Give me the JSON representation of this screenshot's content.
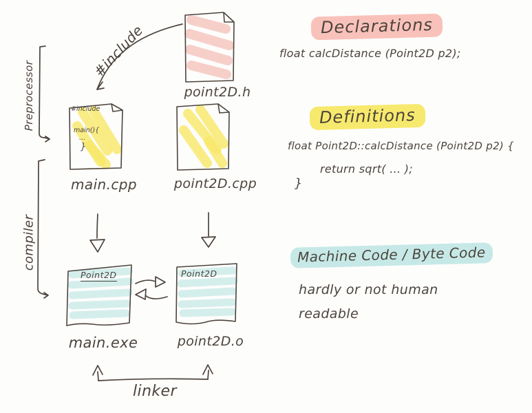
{
  "colors": {
    "ink": "#4c443c",
    "paper": "#fdfdfc",
    "pink": "#f5c3bb",
    "yellow": "#f7e766",
    "cyan": "#cdebe9",
    "pink_highlight": "#f8c2ba",
    "yellow_highlight": "#f7e96d",
    "cyan_highlight": "#c6e9e7"
  },
  "stages": {
    "preprocessor": "Preprocessor",
    "compiler": "compiler",
    "linker": "linker"
  },
  "include_label": "#include",
  "files": {
    "header": {
      "label": "point2D.h"
    },
    "main_cpp": {
      "label": "main.cpp",
      "code_lines": [
        "#include",
        "main(){",
        "...",
        "}"
      ]
    },
    "point2d_cpp": {
      "label": "point2D.cpp"
    },
    "main_exe": {
      "label": "main.exe",
      "content": "Point2D"
    },
    "point2d_o": {
      "label": "point2D.o",
      "content": "Point2D"
    }
  },
  "right": {
    "declarations": {
      "heading": "Declarations",
      "code": "float calcDistance (Point2D p2);"
    },
    "definitions": {
      "heading": "Definitions",
      "code_line1": "float Point2D::calcDistance (Point2D p2) {",
      "code_line2": "return sqrt( ... );",
      "code_line3": "}"
    },
    "machine_code": {
      "heading": "Machine Code / Byte Code",
      "note_line1": "hardly or not human",
      "note_line2": "readable"
    }
  }
}
